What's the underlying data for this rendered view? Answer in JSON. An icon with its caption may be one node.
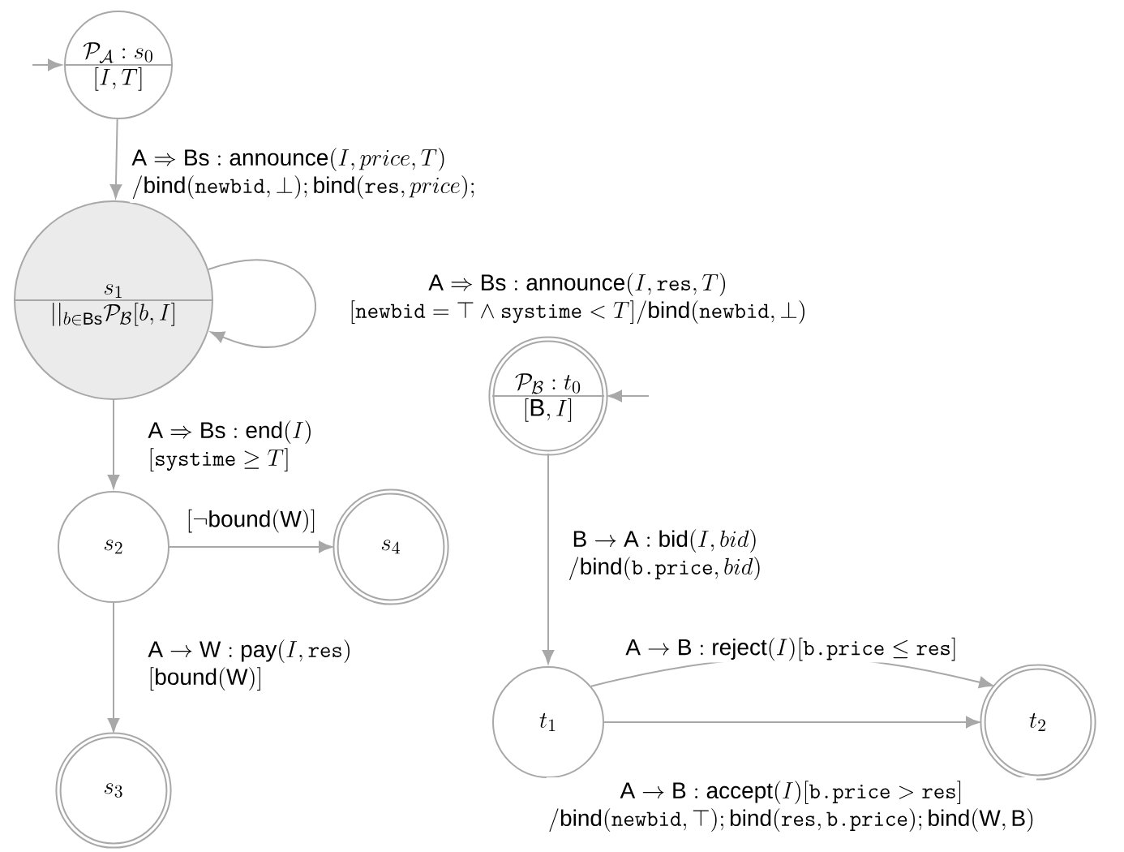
{
  "diagram": {
    "nodes": [
      {
        "text": [
          "\\mathcal{P}_{\\mathcal{A}} : s_0",
          "[I, T]"
        ]
      },
      {
        "text": [
          "s_1",
          "||_{b \\in \\text{Bs}} \\mathcal{P}_{\\mathcal{B}}[b, I]"
        ]
      },
      {
        "text": [
          "s_2"
        ]
      },
      {
        "text": [
          "s_4"
        ]
      },
      {
        "text": [
          "s_3"
        ]
      },
      {
        "text": [
          "\\mathcal{P}_{\\mathcal{B}} : t_0",
          "[\\text{B}, I]"
        ]
      },
      {
        "text": [
          "t_1"
        ]
      },
      {
        "text": [
          "t_2"
        ]
      }
    ],
    "edges": [
      {
        "from": null,
        "to": 0,
        "arrow": "to"
      },
      {
        "from": 0,
        "to": 1,
        "arrow": "to",
        "label": "\\begin{array}{@{}l@{}}\\text{A} \\Rightarrow \\text{Bs} : \\text{announce}(I, price, T) \\\\ /\\text{bind}(\\texttt{newbid}, \\bot); \\text{bind}(\\texttt{res}, price);\\end{array}"
      },
      {
        "from": 1,
        "to": 1,
        "arrow": "to",
        "label": "\\begin{array}{@{}c@{}}\\text{A} \\Rightarrow \\text{Bs} : \\text{announce}(I, \\texttt{res}, T) \\\\ {}[\\texttt{newbid} = \\top \\wedge \\texttt{systime} < T]/\\text{bind}(\\texttt{newbid}, \\bot)\\end{array}"
      },
      {
        "from": 1,
        "to": 2,
        "arrow": "to",
        "label": "\\begin{array}{@{}l@{}}\\text{A} \\Rightarrow \\text{Bs} : \\text{end}(I) \\\\ {}[\\texttt{systime} \\geq T]\\end{array}"
      },
      {
        "from": 2,
        "to": 3,
        "arrow": "to",
        "label": "[\\neg\\text{bound}(\\text{W})]"
      },
      {
        "from": 2,
        "to": 4,
        "arrow": "to",
        "label": "\\begin{array}{@{}l@{}}\\text{A} \\rightarrow \\text{W} : \\text{pay}(I, \\texttt{res}) \\\\ {}[\\text{bound}(\\text{W})]\\end{array}"
      },
      {
        "from": null,
        "to": 5,
        "arrow": "to"
      },
      {
        "from": 5,
        "to": 6,
        "arrow": "to",
        "label": "\\begin{array}{@{}c@{}}\\text{B} \\rightarrow \\text{A} : \\text{bid}(I, bid) \\\\ /\\text{bind}(\\texttt{b.price}, bid)\\end{array}"
      },
      {
        "from": 6,
        "to": 7,
        "arrow": "to",
        "label": "\\text{A} \\rightarrow \\text{B} : \\text{reject}(I)[\\texttt{b.price} \\leq \\texttt{res}]"
      },
      {
        "from": 6,
        "to": 7,
        "arrow": "to",
        "label": "\\begin{array}{@{}c@{}}\\text{A} \\rightarrow \\text{B} : \\text{accept}(I)[\\texttt{b.price} > \\texttt{res}] \\\\ /\\text{bind}(\\texttt{newbid}, \\top); \\text{bind}(\\texttt{res}, \\texttt{b.price}); \\text{bind}(\\text{W}, \\text{B})\\end{array}"
      }
    ]
  }
}
